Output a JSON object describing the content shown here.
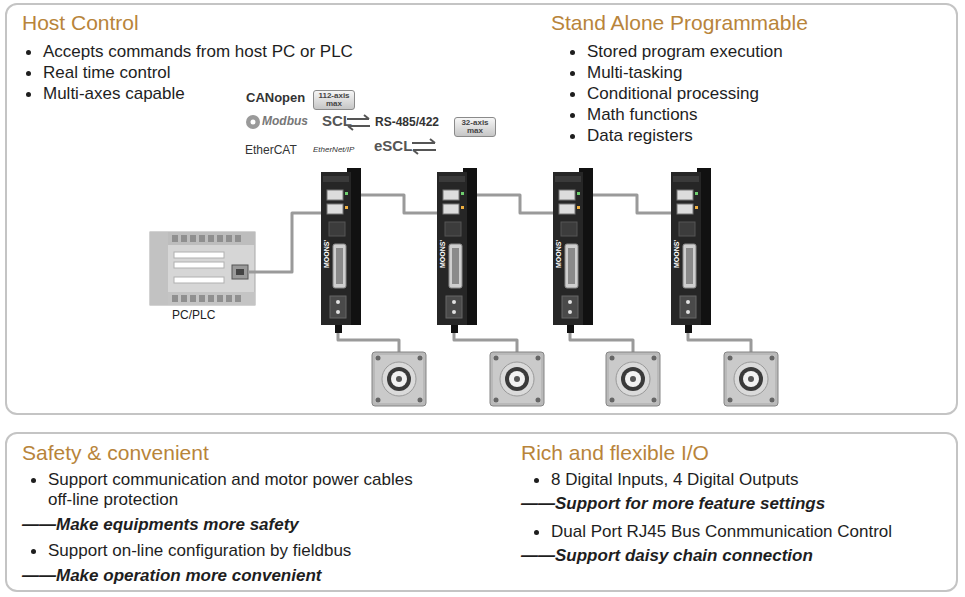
{
  "diagram": {
    "nodes": [
      {
        "text": [
          "Host Control",
          "Accepts commands from host PC or PLC",
          "Real time control",
          "Multi-axes capable",
          "Stand Alone Programmable",
          "Stored program execution",
          "Multi-tasking",
          "Conditional processing",
          "Math functions",
          "Data registers"
        ]
      },
      {
        "text": [
          "112-axis max"
        ],
        "in": 0
      },
      {
        "text": [
          "32-axis max"
        ],
        "in": 0
      },
      {
        "text": [
          "Safety & convenient",
          "Support communication and motor power cables off-line protection",
          "——Make equipments more safety",
          "Support on-line configuration by fieldbus",
          "——Make operation more convenient",
          "Rich and flexible I/O",
          "8 Digital Inputs, 4 Digital Outputs",
          "——Support for more feature settings",
          "Dual Port RJ45 Bus Conmmunication Control",
          "——Support daisy chain connection"
        ]
      }
    ],
    "labels": [
      "CANopen",
      "Modbus",
      "SCL",
      "RS-485/422",
      "EtherCAT",
      "EtherNet/IP",
      "eSCL",
      "PC/PLC",
      "MOONS'",
      "MOONS'",
      "MOONS'",
      "MOONS'"
    ]
  }
}
